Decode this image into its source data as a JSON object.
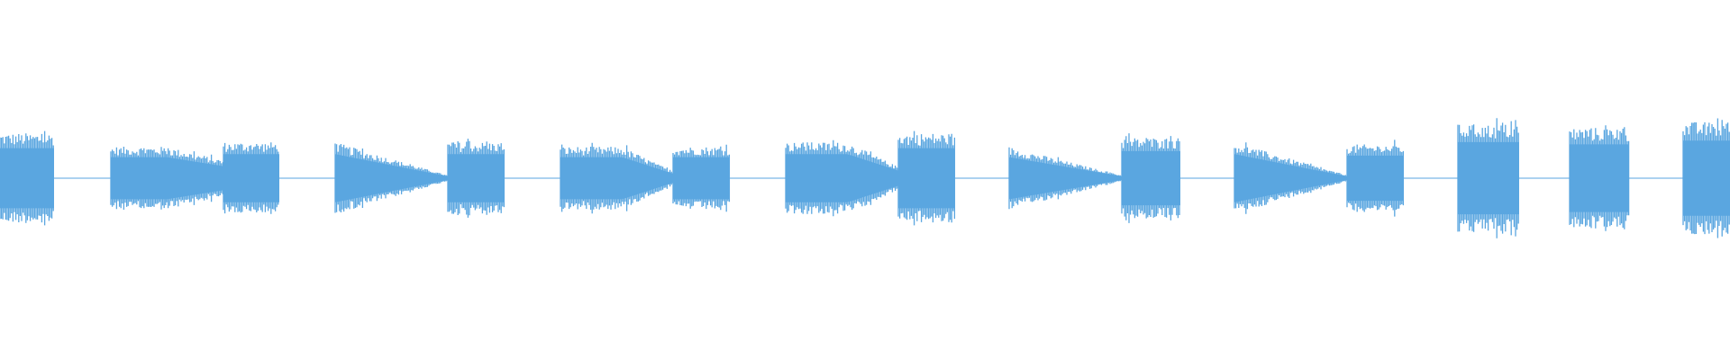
{
  "waveform": {
    "color": "#5aa6e0",
    "segments": [
      {
        "kind": "tone",
        "env": "flat",
        "amp": 0.8
      },
      {
        "kind": "silence"
      },
      {
        "kind": "tone",
        "env": "flat",
        "amp": 0.56
      },
      {
        "kind": "tone",
        "env": "decay",
        "amp": 0.56,
        "amp_end": 0.32
      },
      {
        "kind": "tone",
        "env": "flat",
        "amp": 0.64
      },
      {
        "kind": "silence"
      },
      {
        "kind": "tone",
        "env": "decay",
        "amp": 0.64,
        "amp_end": 0.05
      },
      {
        "kind": "tone",
        "env": "flat",
        "amp": 0.64
      },
      {
        "kind": "silence"
      },
      {
        "kind": "tone",
        "env": "flat",
        "amp": 0.56,
        "amp_end": 0.12,
        "tail": true
      },
      {
        "kind": "tone",
        "env": "flat",
        "amp": 0.56
      },
      {
        "kind": "silence"
      },
      {
        "kind": "tone",
        "env": "flat",
        "amp": 0.64,
        "amp_end": 0.2,
        "tail": true
      },
      {
        "kind": "tone",
        "env": "flat",
        "amp": 0.8
      },
      {
        "kind": "silence"
      },
      {
        "kind": "tone",
        "env": "decay",
        "amp": 0.56,
        "amp_end": 0.05
      },
      {
        "kind": "tone",
        "env": "flat",
        "amp": 0.72
      },
      {
        "kind": "silence"
      },
      {
        "kind": "tone",
        "env": "decay",
        "amp": 0.64,
        "amp_end": 0.05
      },
      {
        "kind": "tone",
        "env": "flat",
        "amp": 0.6
      },
      {
        "kind": "silence"
      },
      {
        "kind": "tone",
        "env": "flat",
        "amp": 0.96
      },
      {
        "kind": "silence"
      },
      {
        "kind": "tone",
        "env": "flat",
        "amp": 0.9
      },
      {
        "kind": "silence"
      },
      {
        "kind": "tone",
        "env": "flat",
        "amp": 1.0
      }
    ]
  }
}
